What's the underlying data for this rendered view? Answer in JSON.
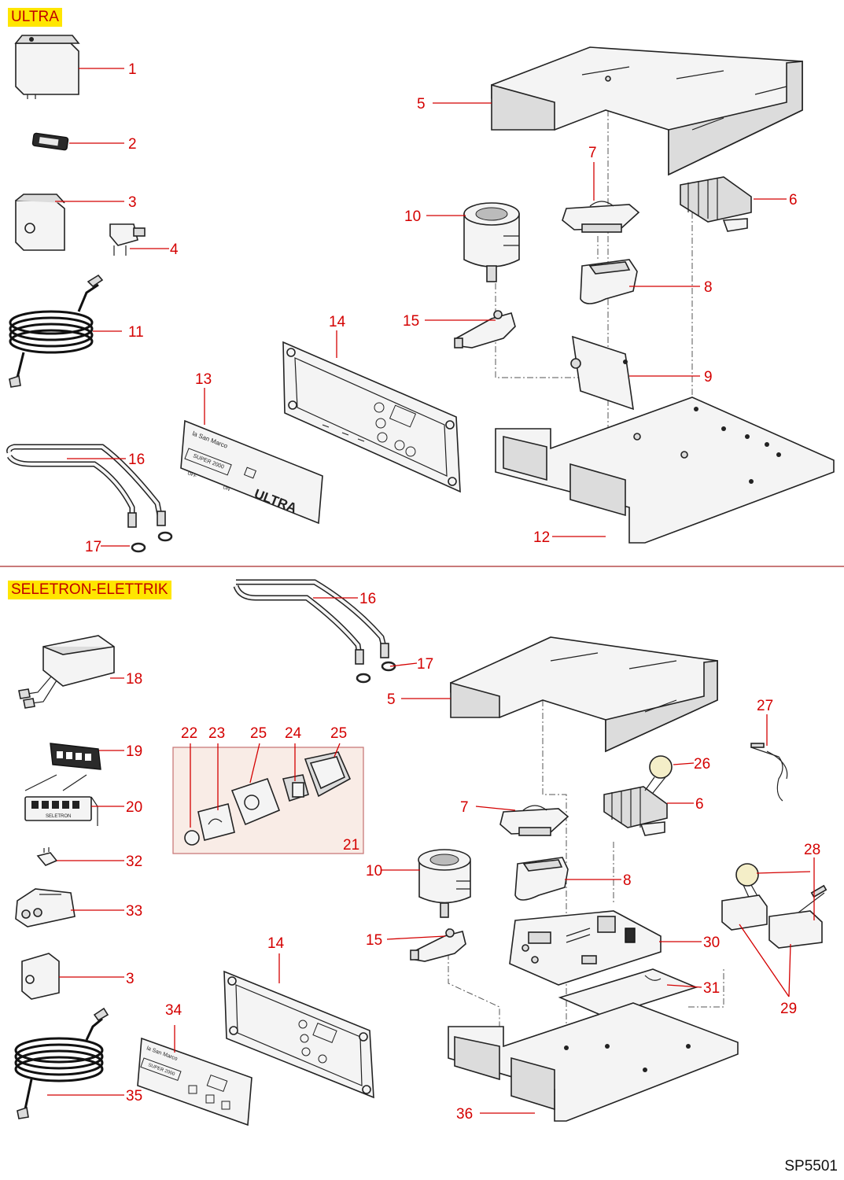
{
  "sections": {
    "top": "ULTRA",
    "bottom": "SELETRON-ELETTRIK"
  },
  "reference": "SP5501",
  "panel_ultra": {
    "brand": "la San Marco",
    "model": "SUPER 2000",
    "name": "ULTRA",
    "off": "OFF",
    "on": "ON"
  },
  "panel_seletron": {
    "brand": "la San Marco",
    "model": "SUPER 2000"
  },
  "keypad_label": "SELETRON",
  "top_callouts": [
    "1",
    "2",
    "3",
    "4",
    "11",
    "16",
    "17",
    "13",
    "14",
    "15",
    "10",
    "5",
    "7",
    "6",
    "8",
    "9",
    "12"
  ],
  "bottom_callouts": [
    "16",
    "17",
    "18",
    "19",
    "20",
    "22",
    "23",
    "25",
    "24",
    "25",
    "21",
    "32",
    "33",
    "3",
    "35",
    "34",
    "14",
    "15",
    "10",
    "5",
    "7",
    "8",
    "6",
    "26",
    "27",
    "28",
    "29",
    "30",
    "31",
    "36"
  ],
  "colors": {
    "callout": "#d40000",
    "label_bg": "#ffe600",
    "label_text": "#c00000",
    "group_box": "#f9ece6"
  }
}
